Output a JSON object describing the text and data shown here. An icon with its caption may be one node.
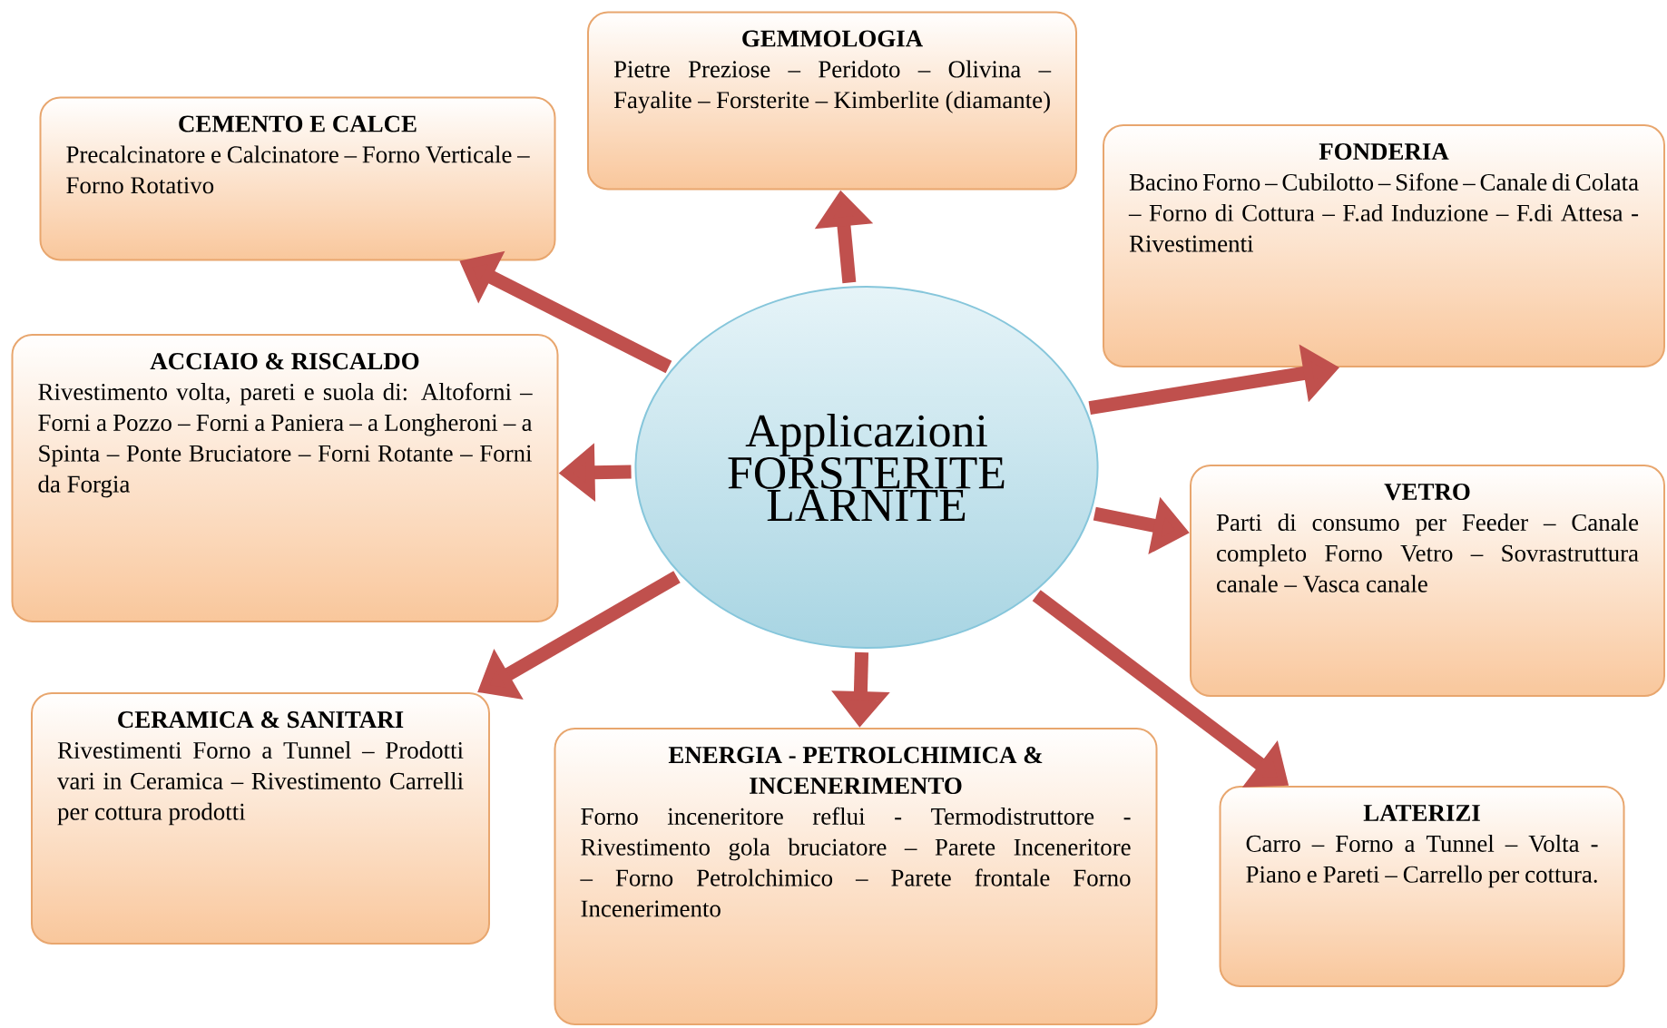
{
  "diagram": {
    "nodes": [
      {
        "text": [
          "Applicazioni FORSTERITE LARNITE"
        ]
      },
      {
        "text": [
          "GEMMOLOGIA",
          "Pietre Preziose – Peridoto – Olivina – Fayalite – Forsterite – Kimberlite (diamante)"
        ]
      },
      {
        "text": [
          "CEMENTO E CALCE",
          "Precalcinatore e Calcinatore – Forno Verticale – Forno Rotativo"
        ]
      },
      {
        "text": [
          "FONDERIA",
          "Bacino Forno – Cubilotto – Sifone – Canale di Colata – Forno di Cottura – F.ad Induzione – F.di Attesa - Rivestimenti"
        ]
      },
      {
        "text": [
          "ACCIAIO & RISCALDO",
          "Rivestimento volta, pareti e suola di: Altoforni – Forni a Pozzo – Forni a Paniera – a Longheroni – a Spinta – Ponte Bruciatore – Forni Rotante – Forni da Forgia"
        ]
      },
      {
        "text": [
          "VETRO",
          "Parti di consumo per Feeder – Canale completo Forno Vetro – Sovrastruttura canale – Vasca canale"
        ]
      },
      {
        "text": [
          "CERAMICA & SANITARI",
          "Rivestimenti Forno a Tunnel – Prodotti vari in Ceramica – Rivestimento Carrelli per cottura prodotti"
        ]
      },
      {
        "text": [
          "ENERGIA - PETROLCHIMICA & INCENERIMENTO",
          "Forno inceneritore reflui - Termodistruttore - Rivestimento gola bruciatore – Parete Inceneritore – Forno Petrolchimico – Parete frontale Forno Incenerimento"
        ]
      },
      {
        "text": [
          "LATERIZI",
          "Carro – Forno a Tunnel – Volta - Piano e Pareti – Carrello per cottura."
        ]
      }
    ],
    "edges": [
      {
        "from": 0,
        "to": 1,
        "arrow": "to"
      },
      {
        "from": 0,
        "to": 2,
        "arrow": "to"
      },
      {
        "from": 0,
        "to": 3,
        "arrow": "to"
      },
      {
        "from": 0,
        "to": 4,
        "arrow": "to"
      },
      {
        "from": 0,
        "to": 5,
        "arrow": "to"
      },
      {
        "from": 0,
        "to": 6,
        "arrow": "to"
      },
      {
        "from": 0,
        "to": 7,
        "arrow": "to"
      },
      {
        "from": 0,
        "to": 8,
        "arrow": "to"
      }
    ]
  }
}
